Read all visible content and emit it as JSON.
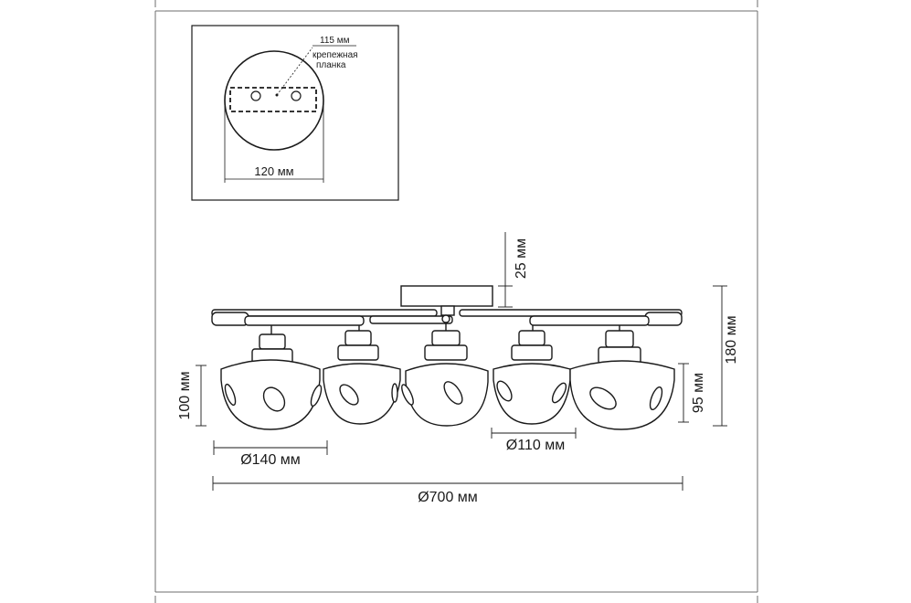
{
  "mount_plate": {
    "plate_length": "115 мм",
    "bracket_label_line1": "крепежная",
    "bracket_label_line2": "планка",
    "diameter": "120 мм"
  },
  "fixture": {
    "canopy_height": "25 мм",
    "total_height": "180 мм",
    "shade_height": "100 мм",
    "inner_shade_height": "95 мм",
    "shade_diameter": "Ø140 мм",
    "small_shade_diameter": "Ø110 мм",
    "overall_diameter": "Ø700 мм"
  },
  "colors": {
    "line": "#1a1a1a",
    "frame": "#6e6e6e"
  }
}
